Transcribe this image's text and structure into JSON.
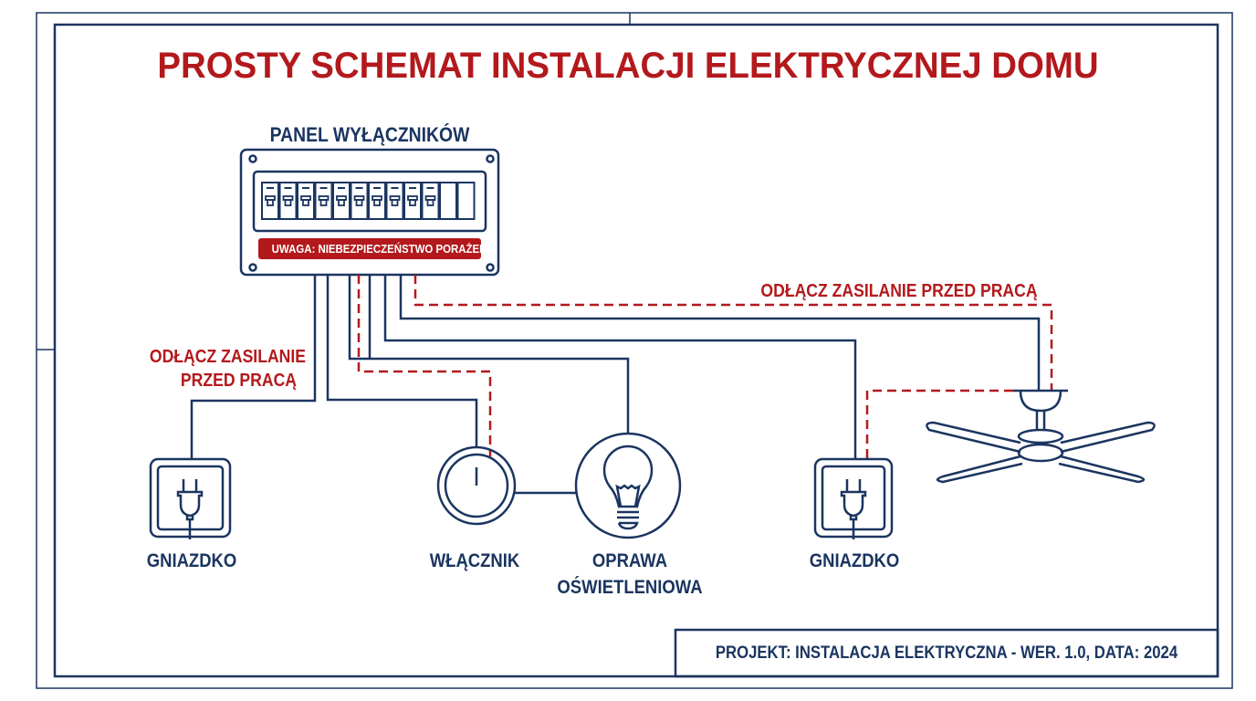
{
  "title": "PROSTY SCHEMAT INSTALACJI ELEKTRYCZNEJ DOMU",
  "panel": {
    "label": "PANEL WYŁĄCZNIKÓW",
    "warning": "UWAGA: NIEBEZPIECZEŃSTWO PORAŻENIA"
  },
  "warnings": {
    "left_line1": "ODŁĄCZ ZASILANIE",
    "left_line2": "PRZED PRACĄ",
    "right": "ODŁĄCZ ZASILANIE PRZED PRACĄ"
  },
  "components": {
    "socket_left": "GNIAZDKO",
    "switch": "WŁĄCZNIK",
    "lamp_line1": "OPRAWA",
    "lamp_line2": "OŚWIETLENIOWA",
    "socket_right": "GNIAZDKO"
  },
  "footer": "PROJEKT: INSTALACJA ELEKTRYCZNA - WER. 1.0, DATA: 2024",
  "colors": {
    "line": "#1b3560",
    "accent": "#b3191c"
  }
}
